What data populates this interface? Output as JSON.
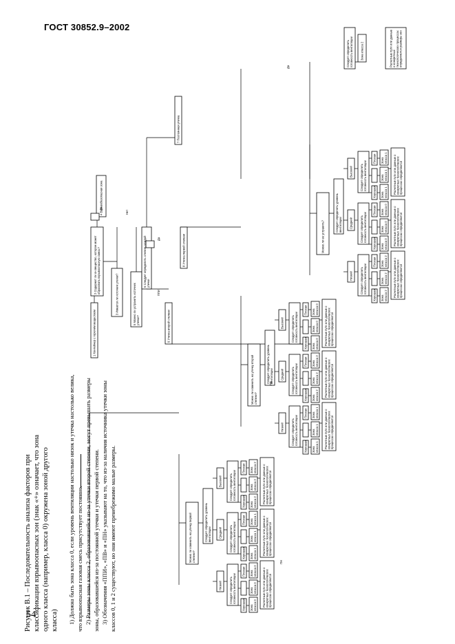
{
  "header": {
    "standard": "ГОСТ 30852.9–2002"
  },
  "page_number": "54",
  "caption": "Рисунок В.1 – Последовательность анализа факторов при классификации взрывоопасных зон (знак «+» означает, что зона одного класса (например, класса 0) окружена зоной другого класса)",
  "notes": [
    "1) Должна быть зона класса 0, если уровень вентиляции настолько низок и утечка настолько велика, что взрывоопасная газовая смесь присутствует постоянно.",
    "2) Размеры зоны класса 2, образовавшейся из-за утечки второй степени, могут превышать размеры зоны, образовавшейся из-за постоянной утечки и утечки первой степени.",
    "3) Обозначения «ППИ», «ПВ» и «ПН» указывают на то, что из-за наличия источника утечки зоны классов 0, 1 и 2 существуют, но они имеют пренебрежимо малые размеры."
  ],
  "flow": {
    "top_boxes": [
      "1 Контейнер с горючим веществом",
      "2 Содержит ли он вещество, которое может образовать взрывоопасную смесь?",
      "3 Имеется ли источник утечки?",
      "5 Можно ли устранить источник утечки?",
      "6 Следует определить степень каждой утечки",
      "7 Постоянная утечка",
      "8 Утечка первой степени",
      "9 Утечка второй степени",
      "4 Взрывобезопасная зона"
    ],
    "question_boxes": [
      "Можно ли изменить на утечку первой степени?",
      "Можно ли изменить на утечку второй степени?",
      "Можно ли ее устранить?",
      "Следует определить уровень вентиляции",
      "Следует определить готовность вентиляции"
    ],
    "ventilation_levels": [
      "Низкий",
      "Средний",
      "Высокий"
    ],
    "availability": [
      "Хорошая",
      "Удовлетворительная",
      "Плохая"
    ],
    "zone_labels": [
      "Зона класса 0",
      "Зона класса 1",
      "Зона класса 2",
      "ППИ",
      "ПВ",
      "ПН"
    ],
    "final_box": "Расчетные пути или данные о конкретных технологических процессах определяются размеры зон",
    "answers": {
      "yes": "Да",
      "no": "Нет"
    }
  }
}
